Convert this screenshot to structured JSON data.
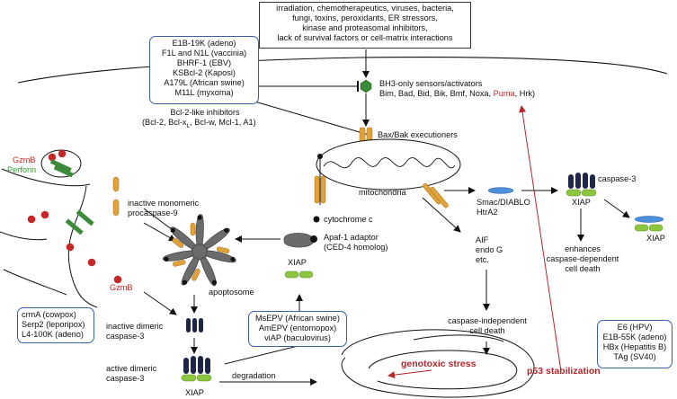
{
  "stress_box": {
    "lines": [
      "irradiation, chemotherapeutics, viruses, bacteria,",
      "fungi, toxins, peroxidants, ER stressors,",
      "kinase and proteasomal inhibitors,",
      "lack of survival factors or cell-matrix interactions"
    ]
  },
  "viral_bcl2_box": {
    "lines": [
      "E1B-19K (adeno)",
      "F1L and N1L (vaccinia)",
      "BHRF-1 (EBV)",
      "KSBcl-2 (Kaposi)",
      "A179L (African swine)",
      "M11L (myxoma)"
    ]
  },
  "bcl2_inhibitors": {
    "title": "Bcl-2-like inhibitors",
    "members_prefix": "(Bcl-2, Bcl-x",
    "members_sub": "L",
    "members_suffix": ", Bcl-w, Mcl-1, A1)"
  },
  "bh3": {
    "title": "BH3-only sensors/activators",
    "members_before": "Bim, Bad, Bid, Bik, Bmf, Noxa,",
    "puma": "Puma",
    "members_after": ", Hrk)"
  },
  "bax_bak": "Bax/Bak executioners",
  "mitochondria": "mitochondria",
  "smac": [
    "Smac/DIABLO",
    "HtrA2"
  ],
  "aif": [
    "AIF",
    "endo G",
    "etc."
  ],
  "cytochrome_c": "cytochrome c",
  "apaf1": [
    "Apaf-1 adaptor",
    "(CED-4 homolog)"
  ],
  "apoptosome": "apoptosome",
  "procaspase9": [
    "inactive monomeric",
    "procaspase-9"
  ],
  "gzmb_top": "GzmB",
  "perforin": "Perforin",
  "gzmb_mid": "GzmB",
  "serpin_box": {
    "lines": [
      "crmA (cowpox)",
      "Serp2 (leporipox)",
      "L4-100K (adeno)"
    ]
  },
  "inactive_caspase3": [
    "inactive dimeric",
    "caspase-3"
  ],
  "active_caspase3": [
    "active dimeric",
    "caspase-3"
  ],
  "xiap_labels": {
    "bottom": "XIAP",
    "iap_center": "XIAP",
    "caspase3_right": "XIAP",
    "far_right": "XIAP"
  },
  "caspase3_right_label": "caspase-3",
  "degradation": "degradation",
  "iap_box": {
    "lines": [
      "MsEPV (African swine)",
      "AmEPV (entomopox)",
      "viAP (baculovirus)"
    ]
  },
  "enhances": [
    "enhances",
    "caspase-dependent",
    "cell death"
  ],
  "caspase_independent": [
    "caspase-independent",
    "cell death"
  ],
  "p53_box": {
    "lines": [
      "E6 (HPV)",
      "E1B-55K (adeno)",
      "HBx (Hepatitis B)",
      "TAg (SV40)"
    ]
  },
  "p53_stabilization": "p53 stabilization",
  "genotoxic_stress": "genotoxic stress",
  "colors": {
    "box_border": "#3a5ea8",
    "mito_orange": "#e0a23a",
    "apaf_gray": "#6b6b6b",
    "xiap_green": "#8cc63f",
    "caspase_navy": "#1f2547",
    "smac_blue": "#4a90d9",
    "gzmb_red": "#c62828",
    "bh3_green": "#3a8a3a",
    "p53_red": "#b3262b"
  }
}
